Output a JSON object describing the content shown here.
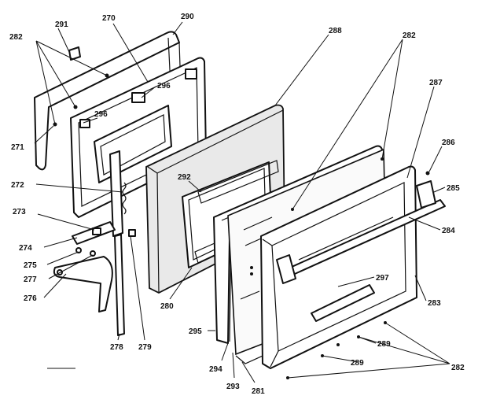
{
  "callouts": [
    {
      "id": "c290",
      "text": "290"
    },
    {
      "id": "c270",
      "text": "270"
    },
    {
      "id": "c291",
      "text": "291"
    },
    {
      "id": "c282a",
      "text": "282"
    },
    {
      "id": "c296a",
      "text": "296"
    },
    {
      "id": "c296b",
      "text": "296"
    },
    {
      "id": "c271",
      "text": "271"
    },
    {
      "id": "c288",
      "text": "288"
    },
    {
      "id": "c282b",
      "text": "282"
    },
    {
      "id": "c287",
      "text": "287"
    },
    {
      "id": "c286",
      "text": "286"
    },
    {
      "id": "c285",
      "text": "285"
    },
    {
      "id": "c284",
      "text": "284"
    },
    {
      "id": "c272",
      "text": "272"
    },
    {
      "id": "c292",
      "text": "292"
    },
    {
      "id": "c273",
      "text": "273"
    },
    {
      "id": "c274",
      "text": "274"
    },
    {
      "id": "c275",
      "text": "275"
    },
    {
      "id": "c277",
      "text": "277"
    },
    {
      "id": "c276",
      "text": "276"
    },
    {
      "id": "c280",
      "text": "280"
    },
    {
      "id": "c278",
      "text": "278"
    },
    {
      "id": "c279",
      "text": "279"
    },
    {
      "id": "c295",
      "text": "295"
    },
    {
      "id": "c294",
      "text": "294"
    },
    {
      "id": "c293",
      "text": "293"
    },
    {
      "id": "c281",
      "text": "281"
    },
    {
      "id": "c297",
      "text": "297"
    },
    {
      "id": "c283",
      "text": "283"
    },
    {
      "id": "c289a",
      "text": "289"
    },
    {
      "id": "c289b",
      "text": "289"
    },
    {
      "id": "c282c",
      "text": "282"
    }
  ]
}
